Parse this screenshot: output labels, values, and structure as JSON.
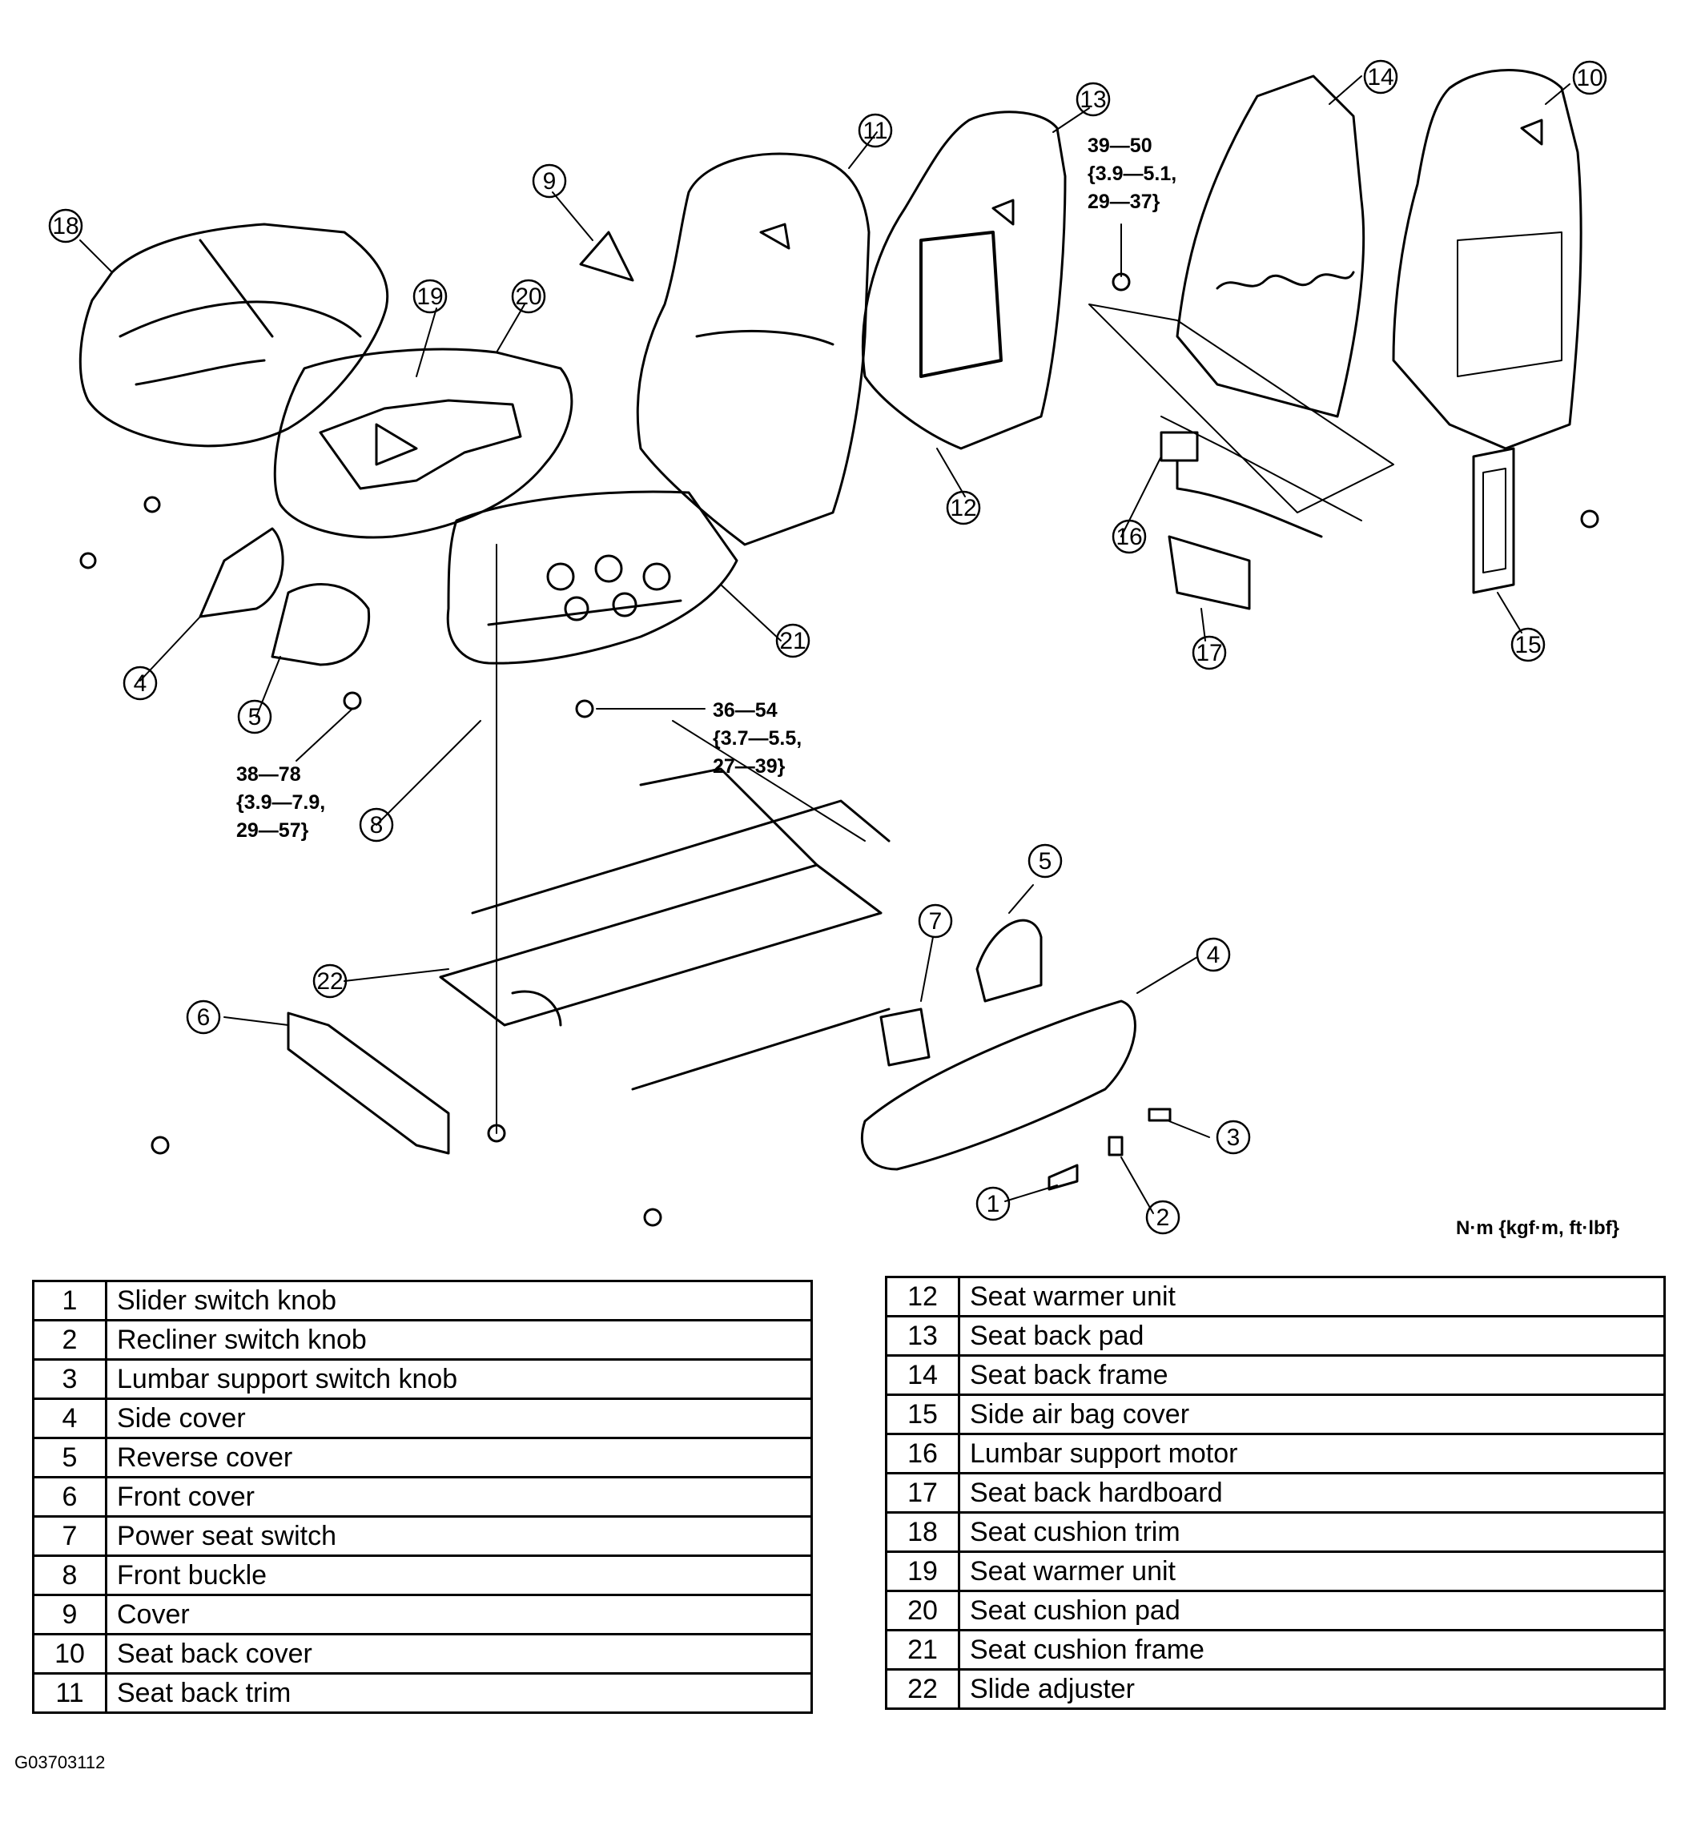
{
  "torque_specs": {
    "spec_38_78": [
      "38—78",
      "{3.9—7.9,",
      "29—57}"
    ],
    "spec_36_54": [
      "36—54",
      "{3.7—5.5,",
      "27—39}"
    ],
    "spec_39_50": [
      "39—50",
      "{3.9—5.1,",
      "29—37}"
    ]
  },
  "units_note": "N·m {kgf·m, ft·lbf}",
  "figure_code": "G03703112",
  "parts_left": [
    {
      "num": "1",
      "name": "Slider switch knob"
    },
    {
      "num": "2",
      "name": "Recliner switch knob"
    },
    {
      "num": "3",
      "name": "Lumbar support switch knob"
    },
    {
      "num": "4",
      "name": "Side cover"
    },
    {
      "num": "5",
      "name": "Reverse cover"
    },
    {
      "num": "6",
      "name": "Front cover"
    },
    {
      "num": "7",
      "name": "Power seat switch"
    },
    {
      "num": "8",
      "name": "Front buckle"
    },
    {
      "num": "9",
      "name": "Cover"
    },
    {
      "num": "10",
      "name": "Seat back cover"
    },
    {
      "num": "11",
      "name": "Seat back trim"
    }
  ],
  "parts_right": [
    {
      "num": "12",
      "name": "Seat warmer unit"
    },
    {
      "num": "13",
      "name": "Seat back pad"
    },
    {
      "num": "14",
      "name": "Seat back frame"
    },
    {
      "num": "15",
      "name": "Side air bag cover"
    },
    {
      "num": "16",
      "name": "Lumbar support motor"
    },
    {
      "num": "17",
      "name": "Seat back hardboard"
    },
    {
      "num": "18",
      "name": "Seat cushion trim"
    },
    {
      "num": "19",
      "name": "Seat warmer unit"
    },
    {
      "num": "20",
      "name": "Seat cushion pad"
    },
    {
      "num": "21",
      "name": "Seat cushion frame"
    },
    {
      "num": "22",
      "name": "Slide adjuster"
    }
  ]
}
